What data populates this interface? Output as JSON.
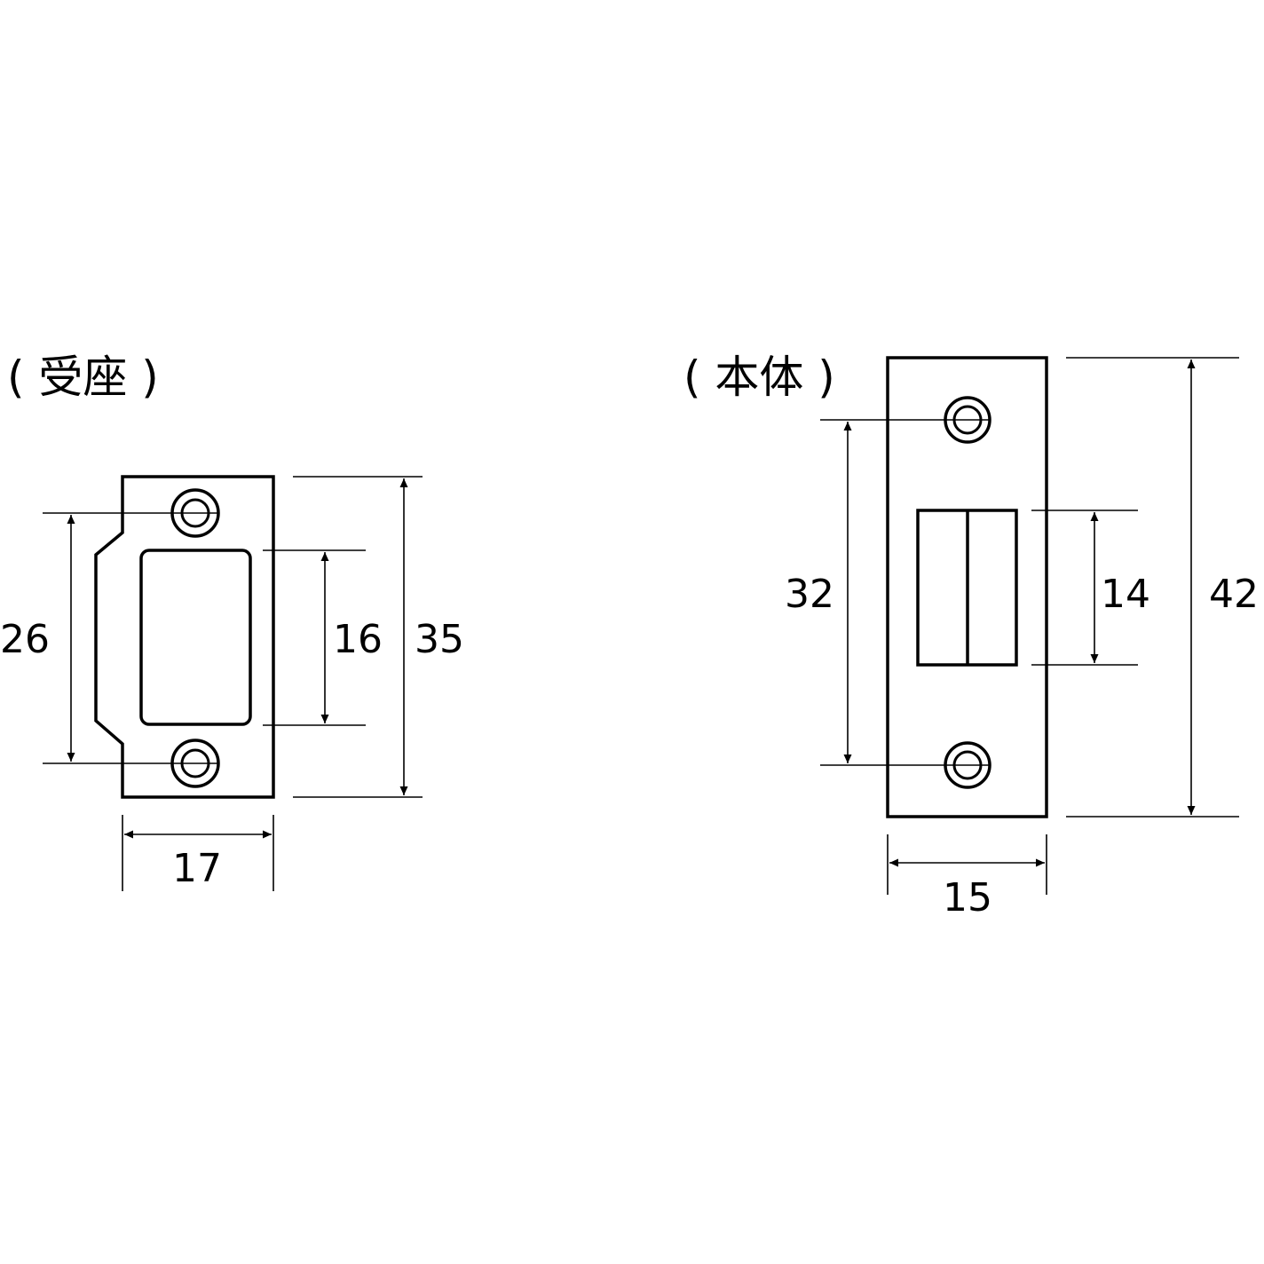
{
  "strike": {
    "title": "( 受座 )",
    "dims": {
      "width": "17",
      "screw_pitch": "26",
      "opening_height": "16",
      "total_height": "35"
    }
  },
  "body": {
    "title": "( 本体 )",
    "dims": {
      "width": "15",
      "screw_pitch": "32",
      "latch_height": "14",
      "total_height": "42"
    }
  }
}
